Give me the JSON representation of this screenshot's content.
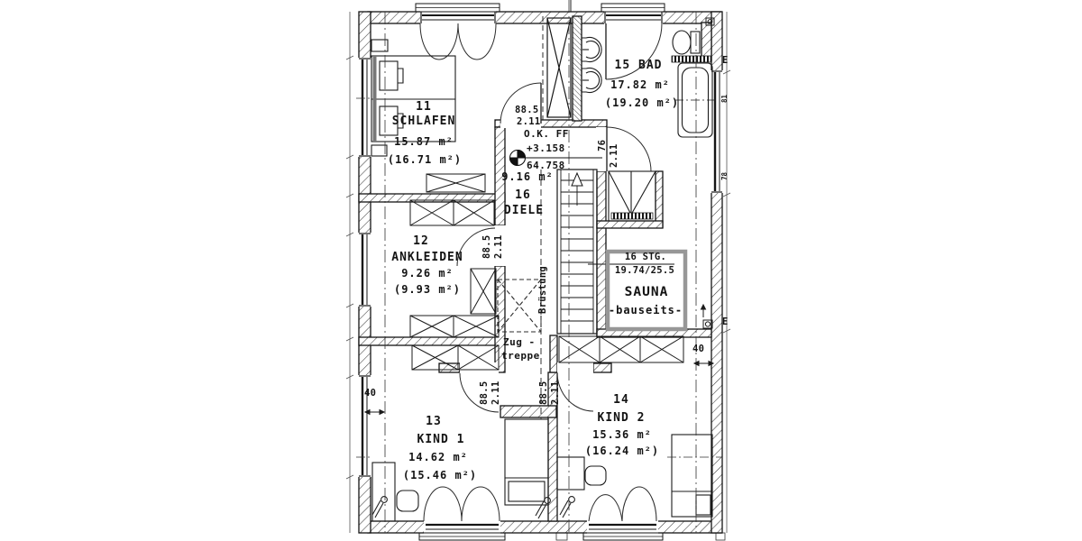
{
  "plan": {
    "rooms": {
      "schlafen": {
        "number": "11",
        "name": "SCHLAFEN",
        "area": "15.87 m²",
        "gross": "(16.71 m²)"
      },
      "ankleiden": {
        "number": "12",
        "name": "ANKLEIDEN",
        "area": "9.26 m²",
        "gross": "(9.93 m²)"
      },
      "kind1": {
        "number": "13",
        "name": "KIND 1",
        "area": "14.62 m²",
        "gross": "(15.46 m²)"
      },
      "kind2": {
        "number": "14",
        "name": "KIND 2",
        "area": "15.36 m²",
        "gross": "(16.24 m²)"
      },
      "bad": {
        "title": "15 BAD",
        "area": "17.82 m²",
        "gross": "(19.20 m²)"
      },
      "diele": {
        "area": "9.16 m²",
        "number": "16",
        "name": "DIELE"
      }
    },
    "level_marker": {
      "title": "O.K. FF",
      "above": "+3.158",
      "below": "64.758"
    },
    "stairs": {
      "note1": "16 STG.",
      "note2": "19.74/25.5",
      "railing": "Brüstung"
    },
    "sauna": {
      "name": "SAUNA",
      "note": "-bauseits-"
    },
    "attic_stair": {
      "line1": "Zug -",
      "line2": "treppe"
    },
    "dims": {
      "door_width": "88.5",
      "door_height": "2.11",
      "bad_door_width": "76",
      "wall_thickness": "40",
      "edge_mark": "E",
      "right_dim_top": "81",
      "right_dim_bottom": "78"
    }
  }
}
